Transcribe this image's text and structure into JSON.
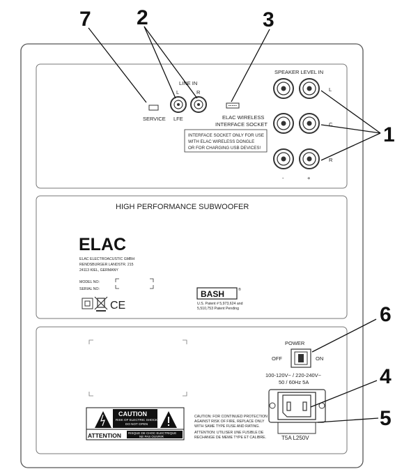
{
  "callouts": [
    "7",
    "2",
    "3",
    "1",
    "6",
    "4",
    "5"
  ],
  "top_panel": {
    "line_in": "LINE IN",
    "line_l": "L",
    "line_r": "R",
    "lfe": "LFE",
    "service": "SERVICE",
    "wireless": [
      "ELAC WIRELESS",
      "INTERFACE SOCKET"
    ],
    "notice": [
      "INTERFACE SOCKET ONLY FOR USE",
      "WITH  ELAC  WIRELESS  DONGLE",
      "OR FOR  CHARGING USB DEVICES!"
    ],
    "speaker_level_in": "SPEAKER LEVEL IN",
    "ch_l": "L",
    "ch_c": "C",
    "ch_r": "R",
    "minus": "-",
    "plus": "+"
  },
  "middle_panel": {
    "title": "HIGH PERFORMANCE SUBWOOFER",
    "brand": "ELAC",
    "address": [
      "ELAC ELECTROACUSTIC GMBH",
      "RENDSBURGER LANDSTR. 215",
      "24113 KIEL, GERMANY"
    ],
    "model_no": "MODEL NO:",
    "serial_no": "SERIAL NO:",
    "ce": "CE",
    "bash": "BASH",
    "bash_reg": "®",
    "patent": [
      "U.S. Patent  # 5,973,624 and",
      "5,510,753      Patent Pending"
    ]
  },
  "bottom_panel": {
    "power": "POWER",
    "off": "OFF",
    "on": "ON",
    "voltage": [
      "100-120V~ / 220-240V~",
      "50 / 60Hz  5A"
    ],
    "caution_title": "CAUTION",
    "caution_sub": [
      "RISK OF ELECTRIC SHOCK",
      "DO NOT OPEN"
    ],
    "attention": "ATTENTION",
    "attention_sub": [
      "RISQUE DE CHOC ELECTRIQUE",
      "NE PAS OUVRIR"
    ],
    "fuse_caution": [
      "CAUTION: FOR CONTINUED PROTECTION",
      "AGAINST RISK OF FIRE, REPLACE ONLY",
      "WITH SAME TYPE FUSE AND RATING."
    ],
    "fuse_attention": [
      "ATTENTION: UTILISER UNE FUSIBLE DE",
      "RECHANGE DE MEME TYPE ET CALIBRE."
    ],
    "fuse": "T5A L250V"
  }
}
